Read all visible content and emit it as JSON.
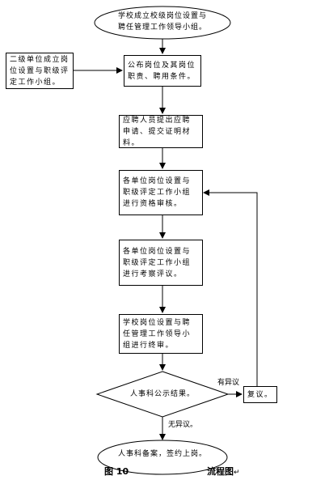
{
  "nodes": {
    "start": "学校成立校级岗位设置与聘任管理工作领导小组。",
    "side": "二级单位成立岗位设置与职级评定工作小组。",
    "publish": "公布岗位及其岗位职责、聘用条件。",
    "apply": "应聘人员提出应聘申请、提交证明材料。",
    "review": "各单位岗位设置与职级评定工作小组进行资格审核。",
    "evaluate": "各单位岗位设置与职级评定工作小组进行考察评议。",
    "final_review": "学校岗位设置与聘任管理工作领导小组进行终审。",
    "decision": "人事科公示结果。",
    "reconsider": "复议。",
    "end": "人事科备案，签约上岗。"
  },
  "edges": {
    "objection": "有异议",
    "no_objection": "无异议。"
  },
  "caption": {
    "lead": "图 10",
    "tail": "流程图",
    "mark": "↵"
  }
}
